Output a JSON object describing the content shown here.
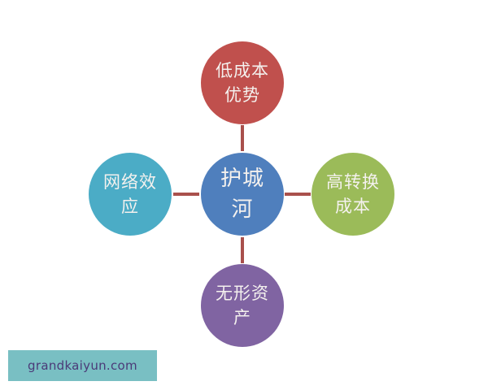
{
  "diagram": {
    "center": {
      "label": "护城\n河",
      "color": "#4f7fbd"
    },
    "nodes": {
      "top": {
        "label": "低成本\n优势",
        "color": "#c0504d"
      },
      "left": {
        "label": "网络效\n应",
        "color": "#4bacc6"
      },
      "right": {
        "label": "高转换\n成本",
        "color": "#9bbb59"
      },
      "bottom": {
        "label": "无形资\n产",
        "color": "#8064a2"
      }
    },
    "connector_color": "#a9504c"
  },
  "watermark": {
    "text": "grandkaiyun.com",
    "background": "#79bfc3",
    "text_color": "#4b3a78"
  }
}
